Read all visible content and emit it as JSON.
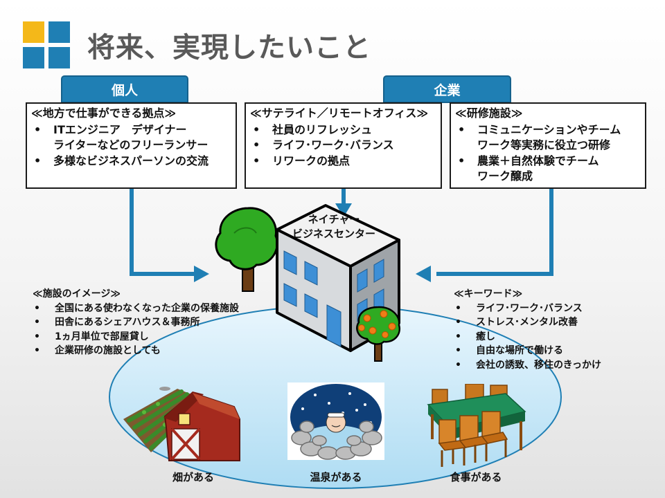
{
  "title": "将来、実現したいこと",
  "tabs": {
    "personal": "個人",
    "company": "企業"
  },
  "boxes": {
    "base": {
      "heading": "≪地方で仕事ができる拠点≫",
      "items": [
        "ITエンジニア　デザイナー",
        "ライターなどのフリーランサー",
        "多様なビジネスパーソンの交流"
      ],
      "bullets": [
        true,
        false,
        true
      ]
    },
    "satellite": {
      "heading": "≪サテライト／リモートオフィス≫",
      "items": [
        "社員のリフレッシュ",
        "ライフ･ワーク･バランス",
        "リワークの拠点"
      ]
    },
    "training": {
      "heading": "≪研修施設≫",
      "items": [
        "コミュニケーションやチーム",
        "ワーク等実務に役立つ研修",
        "農業＋自然体験でチーム",
        "ワーク醸成"
      ],
      "bullets": [
        true,
        false,
        true,
        false
      ]
    }
  },
  "building": {
    "line1": "ネイチャー",
    "line2": "ビジネスセンター"
  },
  "facility": {
    "heading": "≪施設のイメージ≫",
    "items": [
      "全国にある使わなくなった企業の保養施設",
      "田舎にあるシェアハウス＆事務所",
      "1ヵ月単位で部屋貸し",
      "企業研修の施設としても"
    ]
  },
  "keywords": {
    "heading": "≪キーワード≫",
    "items": [
      "ライフ･ワーク･バランス",
      "ストレス･メンタル改善",
      "癒し",
      "自由な場所で働ける",
      "会社の誘致、移住のきっかけ"
    ]
  },
  "captions": {
    "farm": "畑がある",
    "onsen": "温泉がある",
    "meal": "食事がある"
  },
  "colors": {
    "accent": "#1f7fb4",
    "logo_yellow": "#f4b819",
    "logo_blue": "#1f7fb4",
    "arrow": "#1f7fb4"
  }
}
